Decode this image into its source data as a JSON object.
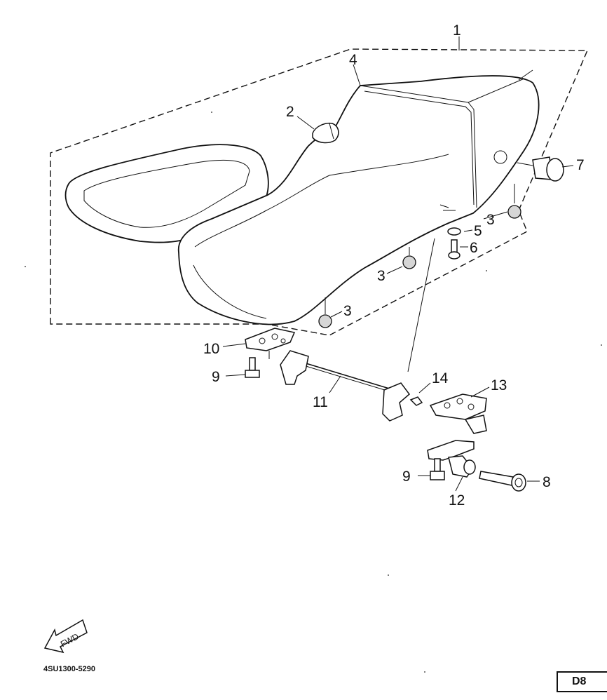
{
  "callouts": {
    "c1": "1",
    "c2": "2",
    "c3a": "3",
    "c3b": "3",
    "c3c": "3",
    "c4": "4",
    "c5": "5",
    "c6": "6",
    "c7": "7",
    "c8": "8",
    "c9a": "9",
    "c9b": "9",
    "c10": "10",
    "c11": "11",
    "c12": "12",
    "c13": "13",
    "c14": "14"
  },
  "fwd_label": "FWD",
  "catalog_code": "4SU1300-5290",
  "page_badge": "D8"
}
